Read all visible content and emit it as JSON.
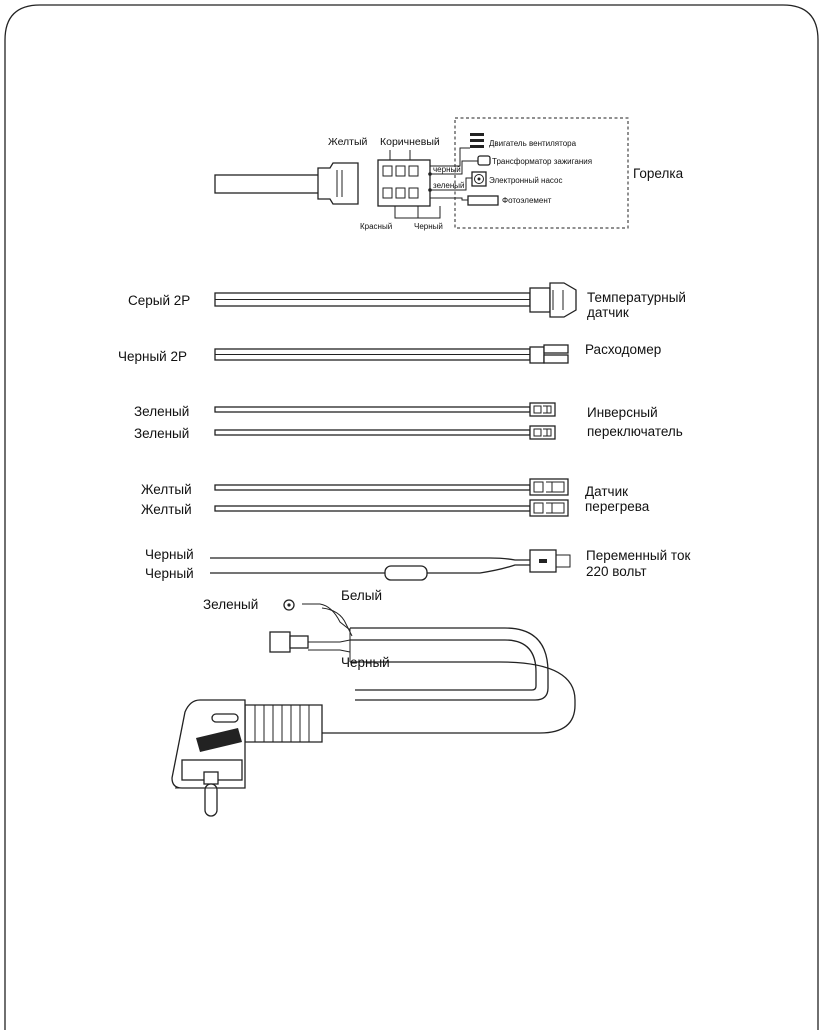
{
  "burner_section": {
    "wire_yellow": "Желтый",
    "wire_brown": "Коричневый",
    "wire_red": "Красный",
    "wire_black": "Черный",
    "inner_black": "черный",
    "inner_green": "зеленый",
    "components": [
      "Двигатель вентилятора",
      "Трансформатор зажигания",
      "Электронный насос",
      "Фотоэлемент"
    ],
    "group_label": "Горелка"
  },
  "harnesses": [
    {
      "left": [
        "Серый 2P"
      ],
      "right": [
        "Температурный",
        "датчик"
      ]
    },
    {
      "left": [
        "Черный 2P"
      ],
      "right": [
        "Расходомер"
      ]
    },
    {
      "left": [
        "Зеленый",
        "Зеленый"
      ],
      "right": [
        "Инверсный",
        "переключатель"
      ]
    },
    {
      "left": [
        "Желтый",
        "Желтый"
      ],
      "right": [
        "Датчик",
        "перегрева"
      ]
    },
    {
      "left": [
        "Черный",
        "Черный"
      ],
      "right": [
        "Переменный ток",
        "220 вольт"
      ]
    }
  ],
  "power_cord": {
    "green": "Зеленый",
    "white": "Белый",
    "black": "Черный"
  }
}
